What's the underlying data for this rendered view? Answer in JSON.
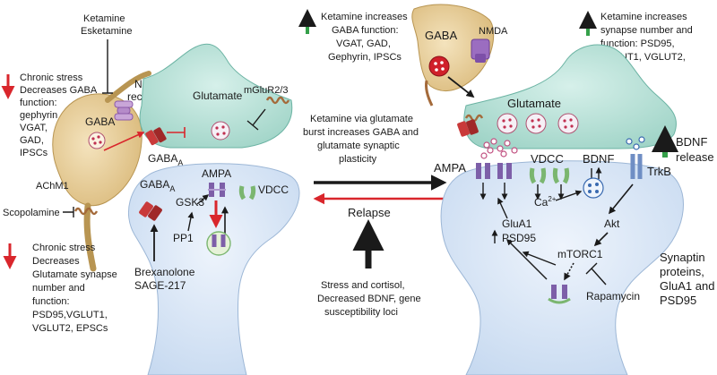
{
  "colors": {
    "cell_fill": "#d8e6f6",
    "terminal_fill": "#b5e0d6",
    "gaba_fill": "#e8cf9c",
    "red_arrow": "#d9262c",
    "green_arrow": "#35a04a",
    "ampa_color": "#7d5fa8",
    "vdcc_color": "#7bb670",
    "receptor_red": "#c93a3a"
  },
  "left": {
    "ketamine": "Ketamine",
    "esketamine": "Esketamine",
    "stress_gaba_lines": [
      "Chronic stress",
      "Decreases GABA",
      "function:",
      "gephyrin",
      "VGAT,",
      "GAD,",
      "IPSCs"
    ],
    "nmda_lines": [
      "NMDA",
      "receptor"
    ],
    "mglur": "mGluR2/3",
    "glutamate": "Glutamate",
    "gaba_cell": "GABA",
    "gaba_a_base": "GABA",
    "gaba_a_sub": "A",
    "ampa": "AMPA",
    "vdcc": "VDCC",
    "gsk3": "GSK3",
    "pp1": "PP1",
    "achm1": "AChM1",
    "scopolamine": "Scopolamine",
    "stress_glut_lines": [
      "Chronic stress",
      "Decreases",
      "Glutamate synapse",
      "number and",
      "function:",
      "PSD95,VGLUT1,",
      "VGLUT2, EPSCs"
    ],
    "brexanolone_lines": [
      "Brexanolone",
      "SAGE-217"
    ]
  },
  "middle": {
    "ketamine_gaba_lines": [
      "Ketamine increases",
      "GABA function:",
      "VGAT, GAD,",
      "Gephyrin, IPSCs"
    ],
    "ketamine_burst_lines": [
      "Ketamine via glutamate",
      "burst increases GABA and",
      "glutamate synaptic",
      "plasticity"
    ],
    "relapse": "Relapse",
    "stress_cortisol_lines": [
      "Stress and cortisol,",
      "Decreased BDNF, gene",
      "susceptibility loci"
    ]
  },
  "right": {
    "gaba": "GABA",
    "nmda": "NMDA",
    "ketamine_synapse_lines": [
      "Ketamine increases",
      "synapse number and",
      "function: PSD95,",
      "VGLUT1, VGLUT2,"
    ],
    "glutamate": "Glutamate",
    "ampa": "AMPA",
    "vdcc": "VDCC",
    "bdnf": "BDNF",
    "bdnf_release_lines": [
      "BDNF",
      "release"
    ],
    "trkb": "TrkB",
    "ca_base": "Ca",
    "ca_sup": "2+",
    "glua1_lines": [
      "GluA1",
      "PSD95"
    ],
    "akt": "Akt",
    "mtorc1": "mTORC1",
    "rapamycin": "Rapamycin",
    "synaptin_lines": [
      "Synaptin",
      "proteins,",
      "GluA1 and",
      "PSD95"
    ]
  }
}
